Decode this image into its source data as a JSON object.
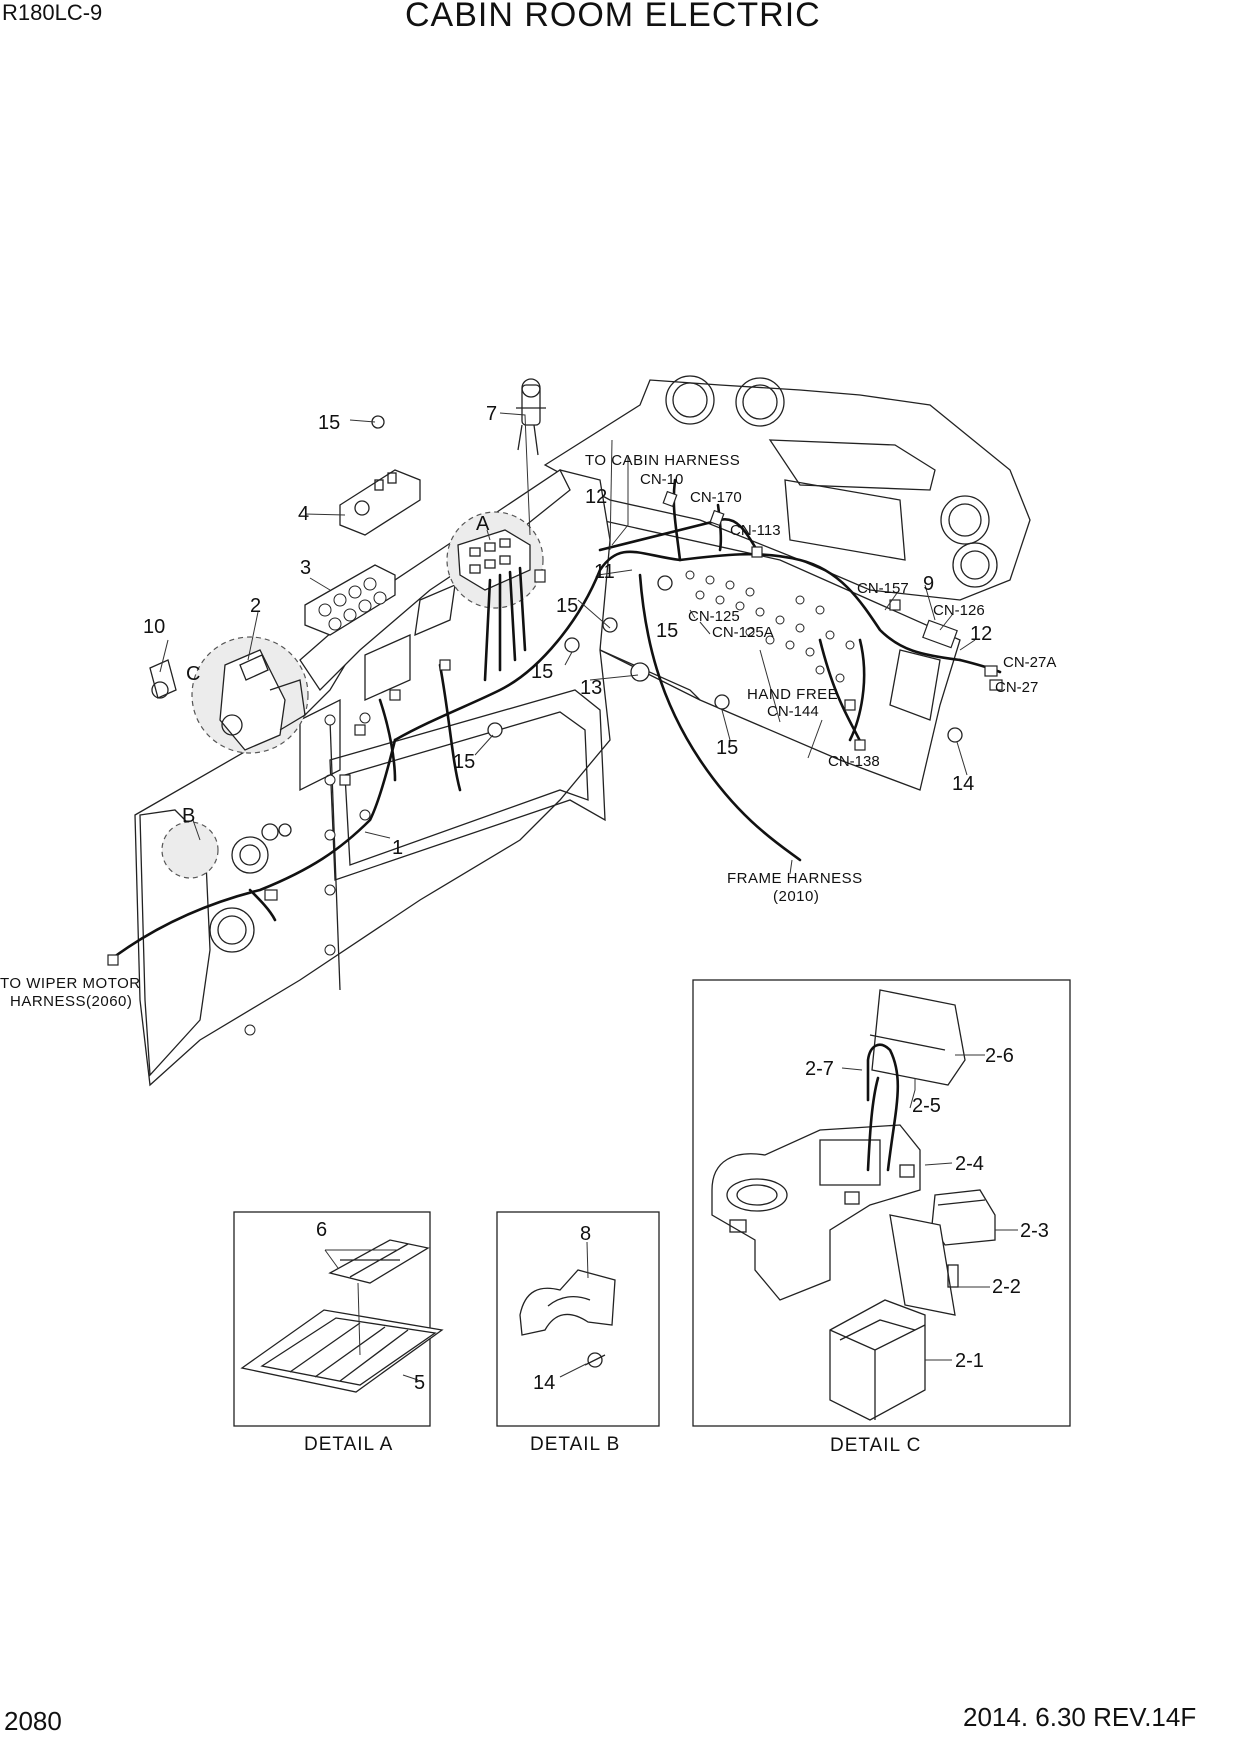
{
  "header": {
    "model": "R180LC-9",
    "title": "CABIN ROOM ELECTRIC"
  },
  "footer": {
    "page_number": "2080",
    "date_revision": "2014. 6.30  REV.14F"
  },
  "callouts": {
    "n1": "1",
    "n2": "2",
    "n3": "3",
    "n4": "4",
    "n7": "7",
    "n9": "9",
    "n10": "10",
    "n11": "11",
    "n12a": "12",
    "n12b": "12",
    "n13": "13",
    "n14": "14",
    "n15a": "15",
    "n15b": "15",
    "n15c": "15",
    "n15d": "15",
    "n15e": "15",
    "n15f": "15",
    "detA": "A",
    "detB": "B",
    "detC": "C"
  },
  "connectors": {
    "cn10": "CN-10",
    "cn170": "CN-170",
    "cn113": "CN-113",
    "cn157": "CN-157",
    "cn126": "CN-126",
    "cn125": "CN-125",
    "cn125a": "CN-125A",
    "cn27a": "CN-27A",
    "cn27": "CN-27",
    "cn144": "CN-144",
    "cn138": "CN-138"
  },
  "notes": {
    "to_cabin_harness": "TO CABIN HARNESS",
    "hand_free": "HAND FREE",
    "frame_harness": "FRAME HARNESS",
    "frame_harness_ref": "(2010)",
    "to_wiper_motor": "TO WIPER MOTOR",
    "wiper_harness_ref": "HARNESS(2060)"
  },
  "detail_a": {
    "caption": "DETAIL  A",
    "n5": "5",
    "n6": "6"
  },
  "detail_b": {
    "caption": "DETAIL  B",
    "n8": "8",
    "n14": "14"
  },
  "detail_c": {
    "caption": "DETAIL C",
    "p21": "2-1",
    "p22": "2-2",
    "p23": "2-3",
    "p24": "2-4",
    "p25": "2-5",
    "p26": "2-6",
    "p27": "2-7"
  }
}
